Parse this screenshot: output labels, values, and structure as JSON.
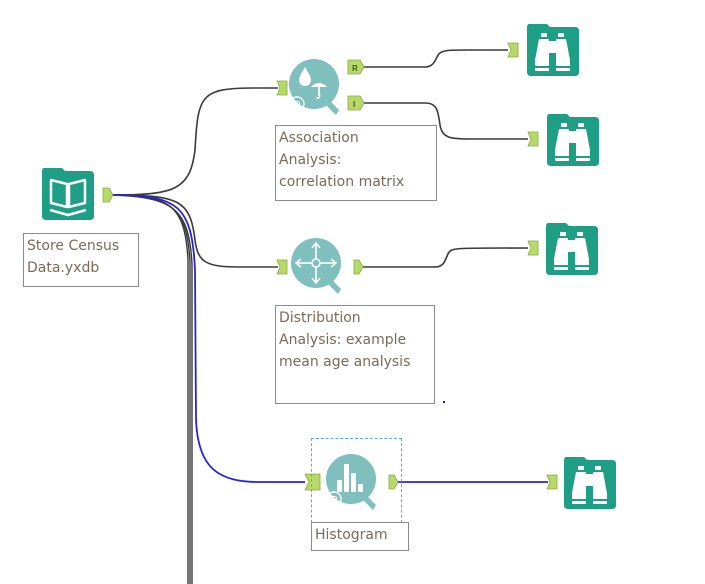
{
  "workflow": {
    "tools": [
      {
        "id": "input",
        "type": "input-data",
        "label_lines": [
          "Store Census",
          "Data.yxdb"
        ]
      },
      {
        "id": "association",
        "type": "association-analysis",
        "label_lines": [
          "Association",
          "Analysis:",
          "correlation matrix"
        ],
        "anchors": {
          "out_r": "R",
          "out_i": "I"
        }
      },
      {
        "id": "distribution",
        "type": "distribution-analysis",
        "label_lines": [
          "Distribution",
          "Analysis: example",
          "mean age analysis"
        ]
      },
      {
        "id": "histogram",
        "type": "histogram",
        "label_lines": [
          "Histogram"
        ],
        "selected": true
      },
      {
        "id": "browse1",
        "type": "browse"
      },
      {
        "id": "browse2",
        "type": "browse"
      },
      {
        "id": "browse3",
        "type": "browse"
      },
      {
        "id": "browse4",
        "type": "browse"
      }
    ],
    "connections": [
      {
        "from": "input",
        "to": "association"
      },
      {
        "from": "input",
        "to": "distribution"
      },
      {
        "from": "input",
        "to": "histogram",
        "highlighted": true
      },
      {
        "from": "association.R",
        "to": "browse1"
      },
      {
        "from": "association.I",
        "to": "browse2"
      },
      {
        "from": "distribution",
        "to": "browse3"
      },
      {
        "from": "histogram",
        "to": "browse4",
        "highlighted": true
      }
    ]
  },
  "colors": {
    "browse_green": "#1f9e86",
    "predictive_teal": "#7fbfbd",
    "anchor_green": "#b7d96b",
    "wire": "#3a3a3a",
    "wire_selected": "#2a22d8",
    "label_text": "#7a6a5a"
  }
}
